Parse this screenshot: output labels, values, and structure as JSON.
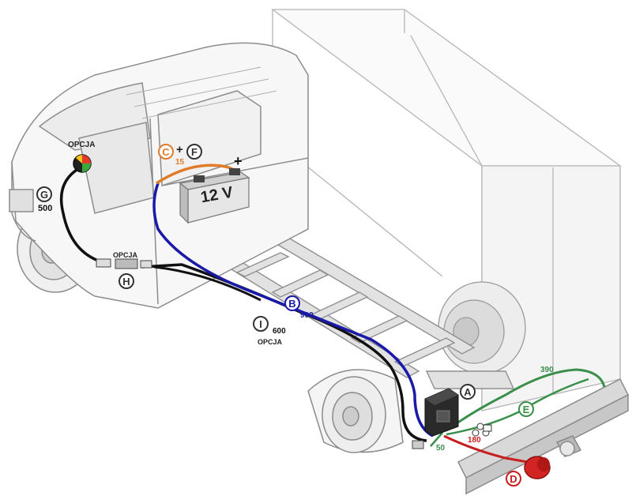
{
  "battery": {
    "label": "12 V",
    "plus": "+"
  },
  "markers": {
    "A": "A",
    "B": "B",
    "C": "C",
    "D": "D",
    "E": "E",
    "F": "F",
    "G": "G",
    "H": "H",
    "I": "I",
    "plus_between": "+"
  },
  "lengths": {
    "C": "15",
    "G": "500",
    "B": "900",
    "I": "600",
    "E": "390",
    "D": "180",
    "A": "50"
  },
  "texts": {
    "opcja_dash": "OPCJA",
    "opcja_h": "OPCJA",
    "opcja_i": "OPCJA"
  },
  "colors": {
    "cable_B": "#1a1aa8",
    "cable_C": "#e07b2a",
    "cable_I": "#111111",
    "cable_E": "#3a8f4a",
    "cable_D": "#c81e1e",
    "outline": "#9a9a9a"
  }
}
